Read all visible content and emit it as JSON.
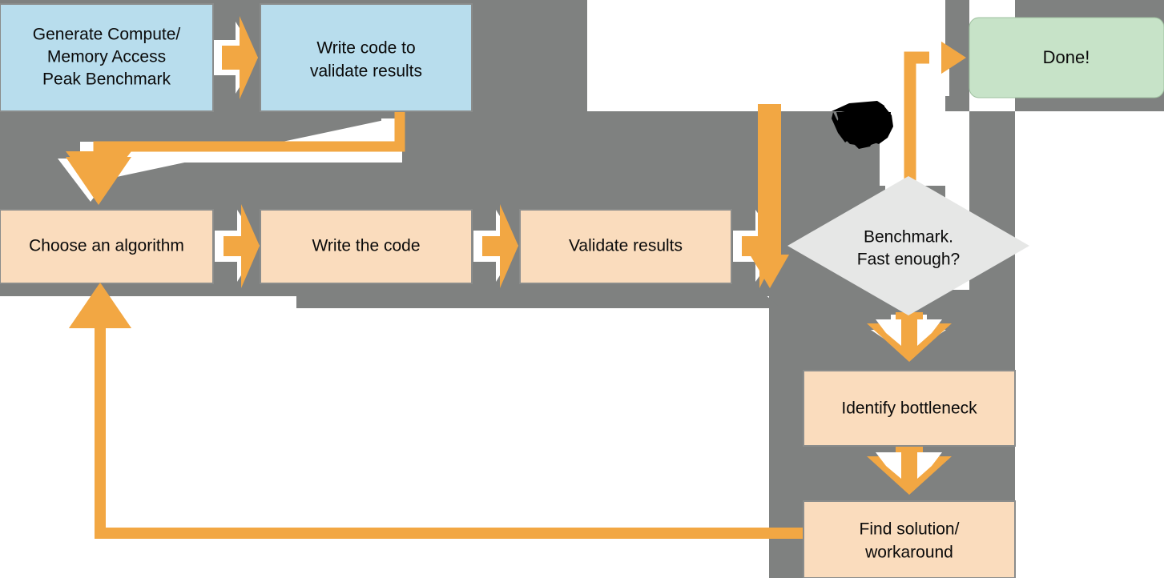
{
  "diagram": {
    "title": "Optimization workflow flowchart",
    "background": {
      "page_color": "#ffffff",
      "panel_color": "#7f8180"
    },
    "palette": {
      "blue_box_fill": "#b8dded",
      "peach_box_fill": "#fadcbd",
      "green_box_fill": "#c7e3c8",
      "diamond_fill": "#e6e7e6",
      "box_stroke": "#8a8c8b",
      "arrow_orange": "#f2a743",
      "arrow_shadow": "#ffffff",
      "blob_black": "#000000"
    },
    "nodes": [
      {
        "id": "generate-benchmark",
        "shape": "rect",
        "fill": "blue_box_fill",
        "lines": [
          "Generate Compute/",
          "Memory Access",
          "Peak Benchmark"
        ]
      },
      {
        "id": "write-validation-code",
        "shape": "rect",
        "fill": "blue_box_fill",
        "lines": [
          "Write code to",
          "validate results"
        ]
      },
      {
        "id": "choose-algorithm",
        "shape": "rect",
        "fill": "peach_box_fill",
        "lines": [
          "Choose an algorithm"
        ]
      },
      {
        "id": "write-the-code",
        "shape": "rect",
        "fill": "peach_box_fill",
        "lines": [
          "Write the code"
        ]
      },
      {
        "id": "validate-results",
        "shape": "rect",
        "fill": "peach_box_fill",
        "lines": [
          "Validate results"
        ]
      },
      {
        "id": "benchmark-decision",
        "shape": "diamond",
        "fill": "diamond_fill",
        "lines": [
          "Benchmark.",
          "Fast enough?"
        ]
      },
      {
        "id": "identify-bottleneck",
        "shape": "rect",
        "fill": "peach_box_fill",
        "lines": [
          "Identify bottleneck"
        ]
      },
      {
        "id": "find-solution",
        "shape": "rect",
        "fill": "peach_box_fill",
        "lines": [
          "Find solution/",
          "workaround"
        ]
      },
      {
        "id": "done",
        "shape": "rounded-rect",
        "fill": "green_box_fill",
        "lines": [
          "Done!"
        ]
      }
    ],
    "connectors": [
      {
        "id": "generate-to-write-validation",
        "kind": "arrow-right"
      },
      {
        "id": "write-validation-to-choose-algorithm",
        "kind": "elbow-down-left-arrow-down"
      },
      {
        "id": "choose-to-write-code",
        "kind": "arrow-right"
      },
      {
        "id": "write-code-to-validate",
        "kind": "arrow-right"
      },
      {
        "id": "validate-to-benchmark",
        "kind": "arrow-right"
      },
      {
        "id": "validate-down-to-benchmark",
        "kind": "arrow-down"
      },
      {
        "id": "benchmark-yes-to-done",
        "kind": "elbow-up-right-arrow-right"
      },
      {
        "id": "benchmark-no-to-identify-bottleneck",
        "kind": "arrow-down"
      },
      {
        "id": "identify-to-find-solution",
        "kind": "arrow-down"
      },
      {
        "id": "find-solution-back-to-choose-algorithm",
        "kind": "elbow-left-up-arrow-up"
      }
    ],
    "text": {
      "generate_benchmark_l1": "Generate Compute/",
      "generate_benchmark_l2": "Memory Access",
      "generate_benchmark_l3": "Peak Benchmark",
      "write_validation_l1": "Write code to",
      "write_validation_l2": "validate results",
      "choose_algorithm": "Choose an algorithm",
      "write_the_code": "Write the code",
      "validate_results": "Validate results",
      "benchmark_l1": "Benchmark.",
      "benchmark_l2": "Fast enough?",
      "identify_bottleneck": "Identify bottleneck",
      "find_solution_l1": "Find solution/",
      "find_solution_l2": "workaround",
      "done": "Done!"
    }
  }
}
